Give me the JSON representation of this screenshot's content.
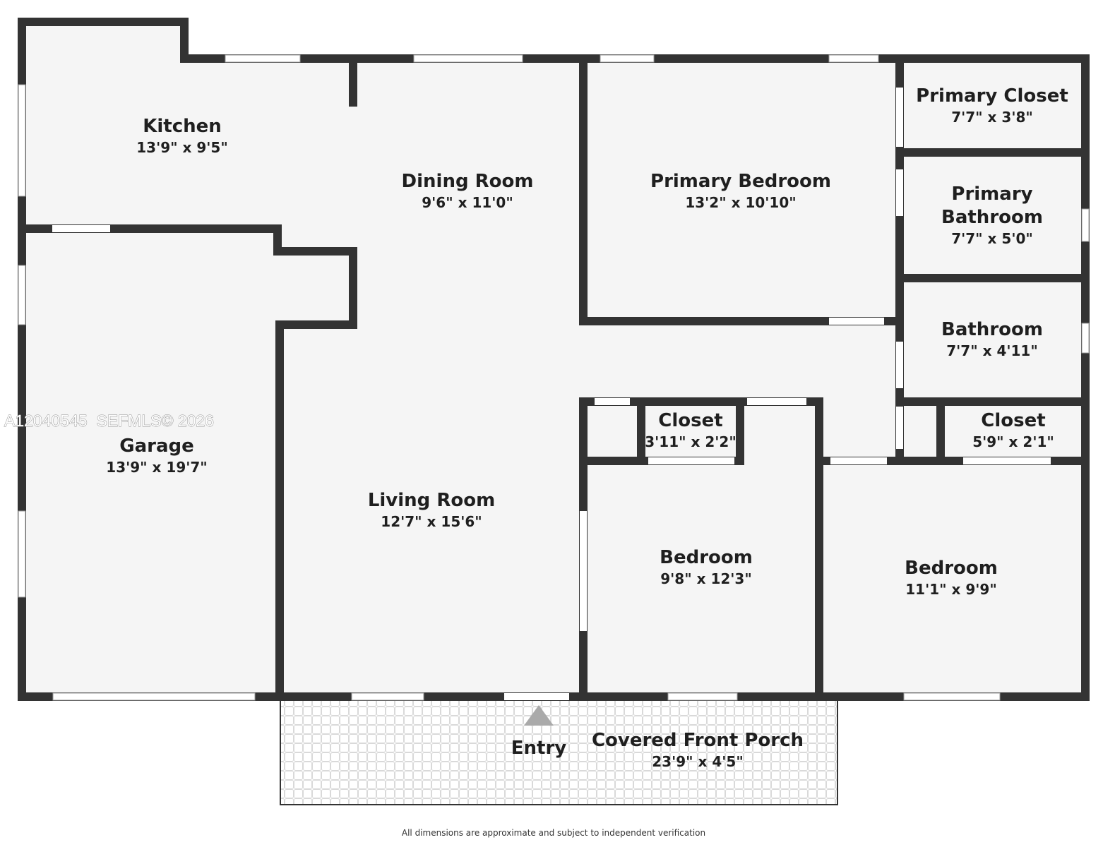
{
  "colors": {
    "wall": "#333333",
    "floor": "#f5f5f5",
    "window": "#ffffff",
    "porch_tile": "#d9d9d9",
    "entry_arrow": "#aaaaaa"
  },
  "rooms": {
    "kitchen": {
      "name": "Kitchen",
      "dim": "13'9\" x 9'5\""
    },
    "dining_room": {
      "name": "Dining Room",
      "dim": "9'6\" x 11'0\""
    },
    "primary_bedroom": {
      "name": "Primary Bedroom",
      "dim": "13'2\" x 10'10\""
    },
    "primary_closet": {
      "name": "Primary Closet",
      "dim": "7'7\" x 3'8\""
    },
    "primary_bathroom": {
      "name_line1": "Primary",
      "name_line2": "Bathroom",
      "dim": "7'7\" x 5'0\""
    },
    "bathroom": {
      "name": "Bathroom",
      "dim": "7'7\" x 4'11\""
    },
    "garage": {
      "name": "Garage",
      "dim": "13'9\" x 19'7\""
    },
    "living_room": {
      "name": "Living Room",
      "dim": "12'7\" x 15'6\""
    },
    "closet_1": {
      "name": "Closet",
      "dim": "3'11\" x 2'2\""
    },
    "closet_2": {
      "name": "Closet",
      "dim": "5'9\" x 2'1\""
    },
    "bedroom_1": {
      "name": "Bedroom",
      "dim": "9'8\" x 12'3\""
    },
    "bedroom_2": {
      "name": "Bedroom",
      "dim": "11'1\" x 9'9\""
    },
    "covered_front_porch": {
      "name": "Covered Front Porch",
      "dim": "23'9\" x 4'5\""
    }
  },
  "entry_label": "Entry",
  "watermark": "A12040545  SEFMLS© 2026",
  "footnote": "All dimensions are approximate and subject to independent verification"
}
